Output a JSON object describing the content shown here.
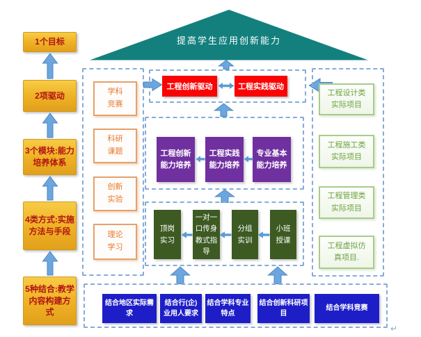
{
  "diagram": {
    "title_triangle": {
      "label": "提高学生应用创新能力",
      "fill": "#13807E",
      "text_color": "#FFFFFF"
    },
    "left_steps": {
      "fill": "#EFB226",
      "text_color": "#B21414",
      "items": [
        {
          "label": "1个目标"
        },
        {
          "label": "2项驱动"
        },
        {
          "label": "3个模块:能力培养体系"
        },
        {
          "label": "4类方式:实施方法与手段"
        },
        {
          "label": "5种结合:教学内容构建方式"
        }
      ]
    },
    "learning_activities": {
      "border_color": "#E6A06B",
      "text_color": "#E5762D",
      "items": [
        {
          "label": "学科竞赛"
        },
        {
          "label": "科研课题"
        },
        {
          "label": "创新实验"
        },
        {
          "label": "理论学习"
        }
      ]
    },
    "drivers": {
      "fill": "#FB0205",
      "text_color": "#FFFFFF",
      "items": [
        {
          "label": "工程创新驱动"
        },
        {
          "label": "工程实践驱动"
        }
      ]
    },
    "abilities": {
      "fill": "#7030A0",
      "text_color": "#FFFFFF",
      "items": [
        {
          "label": "工程创新能力培养"
        },
        {
          "label": "工程实践能力培养"
        },
        {
          "label": "专业基本能力培养"
        }
      ]
    },
    "teaching_methods": {
      "fill": "#3C5A21",
      "text_color": "#FFFFFF",
      "items": [
        {
          "label": "顶岗实习"
        },
        {
          "label": "一对一口传身教式指导"
        },
        {
          "label": "分组实训"
        },
        {
          "label": "小班授课"
        }
      ]
    },
    "content_combinations": {
      "fill": "#1E1EC8",
      "text_color": "#FFFFFF",
      "items": [
        {
          "label": "结合地区实际需求"
        },
        {
          "label": "结合行(企)业用人要求"
        },
        {
          "label": "结合学科专业特点"
        },
        {
          "label": "结合创新科研项目"
        },
        {
          "label": "结合学科竞赛"
        }
      ]
    },
    "engineering_projects": {
      "border_color": "#A9CB8C",
      "text_color": "#6CA23E",
      "items": [
        {
          "label": "工程设计类实际项目"
        },
        {
          "label": "工程施工类实际项目"
        },
        {
          "label": "工程管理类实际项目"
        },
        {
          "label": "工程虚拟仿真项目."
        }
      ]
    },
    "arrow_color": "#6CA6DF",
    "dashed_border_color": "#86ABD8",
    "paragraph_mark": "↵"
  }
}
